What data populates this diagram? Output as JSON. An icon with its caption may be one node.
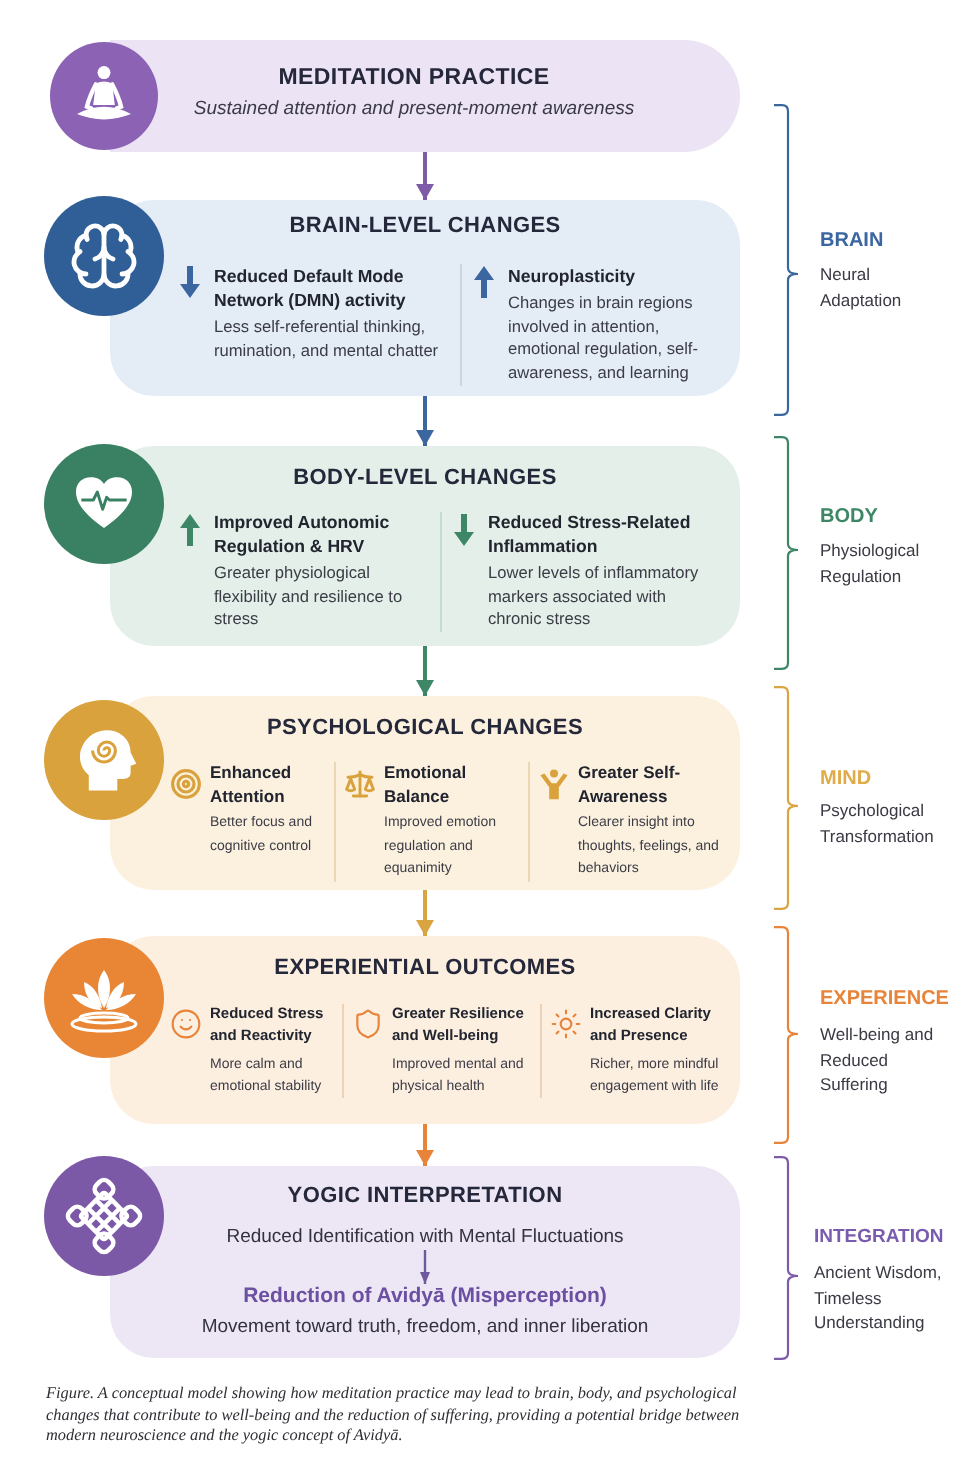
{
  "diagram": {
    "caption": "Figure. A conceptual model showing how meditation practice may lead to brain, body, and psychological changes that contribute to well-being and the reduction of suffering, providing a potential bridge between modern neuroscience and the yogic concept of Avidyā.",
    "nodes": [
      {
        "text": [
          "MEDITATION PRACTICE",
          "Sustained attention and present-moment awareness"
        ]
      },
      {
        "text": [
          "BRAIN-LEVEL CHANGES",
          "Reduced Default Mode Network (DMN) activity",
          "Less self-referential thinking, rumination, and mental chatter",
          "Neuroplasticity",
          "Changes in brain regions involved in attention, emotional regulation, self-awareness, and learning"
        ]
      },
      {
        "text": [
          "BODY-LEVEL CHANGES",
          "Improved Autonomic Regulation & HRV",
          "Greater physiological flexibility and resilience to stress",
          "Reduced Stress-Related Inflammation",
          "Lower levels of inflammatory markers associated with chronic stress"
        ]
      },
      {
        "text": [
          "PSYCHOLOGICAL CHANGES",
          "Enhanced Attention",
          "Better focus and cognitive control",
          "Emotional Balance",
          "Improved emotion regulation and equanimity",
          "Greater Self-Awareness",
          "Clearer insight into thoughts, feelings, and behaviors"
        ]
      },
      {
        "text": [
          "EXPERIENTIAL OUTCOMES",
          "Reduced Stress and Reactivity",
          "More calm and emotional stability",
          "Greater Resilience and Well-being",
          "Improved mental and physical health",
          "Increased Clarity and Presence",
          "Richer, more mindful engagement with life"
        ]
      },
      {
        "text": [
          "YOGIC INTERPRETATION"
        ]
      },
      {
        "text": [
          "Reduced Identification with Mental Fluctuations"
        ],
        "in": 5
      },
      {
        "text": [
          "Reduction of Avidyā (Misperception)",
          "Movement toward truth, freedom, and inner liberation"
        ],
        "in": 5
      }
    ],
    "edges": [
      {
        "from": 0,
        "to": 1,
        "arrow": "to",
        "color": "#7d5ba6"
      },
      {
        "from": 1,
        "to": 2,
        "arrow": "to",
        "color": "#3b66a0"
      },
      {
        "from": 2,
        "to": 3,
        "arrow": "to",
        "color": "#3d8766"
      },
      {
        "from": 3,
        "to": 4,
        "arrow": "to",
        "color": "#d9a441"
      },
      {
        "from": 4,
        "to": 5,
        "arrow": "to",
        "color": "#e8833a"
      },
      {
        "from": 6,
        "to": 7,
        "arrow": "to",
        "color": "#6e5a9a"
      }
    ],
    "labels": [
      "BRAIN",
      "Neural Adaptation",
      "BODY",
      "Physiological Regulation",
      "MIND",
      "Psychological Transformation",
      "EXPERIENCE",
      "Well-being and Reduced Suffering",
      "INTEGRATION",
      "Ancient Wisdom, Timeless Understanding"
    ]
  }
}
